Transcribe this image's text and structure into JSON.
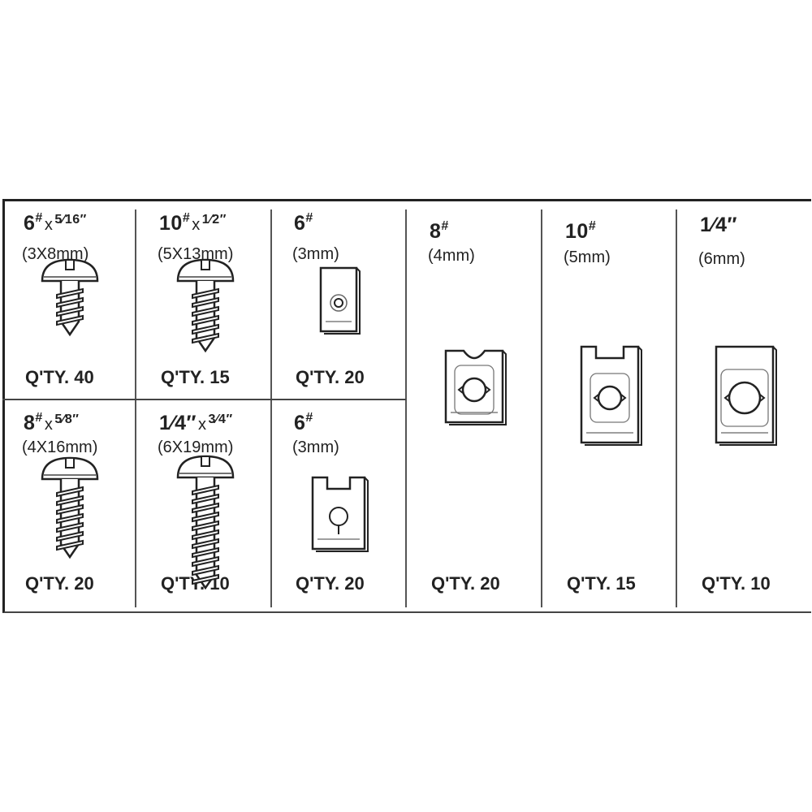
{
  "items": [
    {
      "gauge": "6",
      "unit": "#",
      "sep": "x",
      "length": "5⁄16″",
      "metric": "(3X8mm)",
      "qty": "Q'TY. 40",
      "type": "screw"
    },
    {
      "gauge": "10",
      "unit": "#",
      "sep": "x",
      "length": "1⁄2″",
      "metric": "(5X13mm)",
      "qty": "Q'TY. 15",
      "type": "screw"
    },
    {
      "gauge": "6",
      "unit": "#",
      "sep": "",
      "length": "",
      "metric": "(3mm)",
      "qty": "Q'TY. 20",
      "type": "clip-flat"
    },
    {
      "gauge": "8",
      "unit": "#",
      "sep": "x",
      "length": "5⁄8″",
      "metric": "(4X16mm)",
      "qty": "Q'TY. 20",
      "type": "screw"
    },
    {
      "gauge": "1⁄4″",
      "unit": "",
      "sep": "x",
      "length": "3⁄4″",
      "metric": "(6X19mm)",
      "qty": "Q'TY. 10",
      "type": "screw"
    },
    {
      "gauge": "6",
      "unit": "#",
      "sep": "",
      "length": "",
      "metric": "(3mm)",
      "qty": "Q'TY. 20",
      "type": "clip-u"
    },
    {
      "gauge": "8",
      "unit": "#",
      "sep": "",
      "length": "",
      "metric": "(4mm)",
      "qty": "Q'TY. 20",
      "type": "clip-notch"
    },
    {
      "gauge": "10",
      "unit": "#",
      "sep": "",
      "length": "",
      "metric": "(5mm)",
      "qty": "Q'TY. 15",
      "type": "clip-tab"
    },
    {
      "gauge": "1⁄4″",
      "unit": "",
      "sep": "",
      "length": "",
      "metric": "(6mm)",
      "qty": "Q'TY. 10",
      "type": "clip-square"
    }
  ]
}
